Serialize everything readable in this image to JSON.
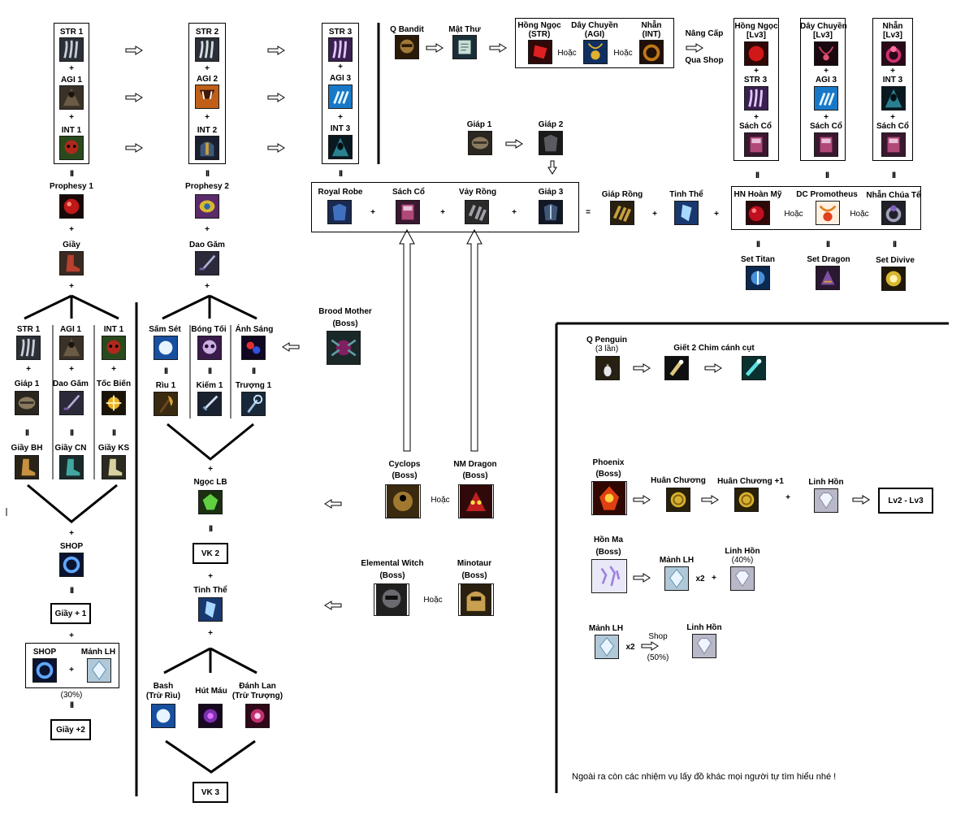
{
  "col1": {
    "str1": "STR 1",
    "agi1": "AGI 1",
    "int1": "INT 1",
    "prophesy1": "Prophesy 1",
    "giay": "Giầy",
    "b_str1": "STR 1",
    "b_agi1": "AGI 1",
    "b_int1": "INT 1",
    "b_giap1": "Giáp 1",
    "b_daogam": "Dao Găm",
    "b_tocbien": "Tốc Biến",
    "giay_bh": "Giầy BH",
    "giay_cn": "Giầy CN",
    "giay_ks": "Giầy KS",
    "shop": "SHOP",
    "giay_p1": "Giầy + 1",
    "shop2": "SHOP",
    "manh_lh": "Mảnh LH",
    "pct30": "(30%)",
    "giay_p2": "Giầy +2"
  },
  "col2": {
    "str2": "STR 2",
    "agi2": "AGI 2",
    "int2": "INT 2",
    "prophesy2": "Prophesy 2",
    "daogam": "Dao Găm",
    "samset": "Sấm Sét",
    "bongtoi": "Bóng Tối",
    "anhsang": "Ánh Sáng",
    "riu1": "Rìu 1",
    "kiem1": "Kiếm 1",
    "truong1": "Trượng 1",
    "ngoc_lb": "Ngọc LB",
    "vk2": "VK 2",
    "tinhthe": "Tinh Thể",
    "bash": "Bash",
    "bash_sub": "(Trừ Rìu)",
    "hutmau": "Hút Máu",
    "danhlan": "Đánh Lan",
    "danhlan_sub": "(Trừ Trượng)",
    "vk3": "VK 3"
  },
  "col3": {
    "str3": "STR 3",
    "agi3": "AGI 3",
    "int3": "INT 3"
  },
  "quest": {
    "qbandit": "Q Bandit",
    "matthu": "Mật Thư",
    "hongngoc": "Hồng Ngọc",
    "hongngoc_sub": "(STR)",
    "daychuyen": "Dây Chuyền",
    "daychuyen_sub": "(AGI)",
    "nhan": "Nhẫn",
    "nhan_sub": "(INT)",
    "hoac": "Hoặc",
    "nangcap": "Nâng Cấp",
    "quashop": "Qua Shop",
    "hn_lv3": "Hồng Ngọc",
    "dc_lv3": "Dây Chuyền",
    "nh_lv3": "Nhẫn",
    "lv3": "[Lv3]",
    "u_str3": "STR 3",
    "u_agi3": "AGI 3",
    "u_int3": "INT 3",
    "sachco": "Sách Cổ",
    "hn_hoanmy": "HN Hoàn Mỹ",
    "dc_prom": "DC Promotheus",
    "nhan_chuate": "Nhẫn Chúa Tể",
    "set_titan": "Set Titan",
    "set_dragon": "Set Dragon",
    "set_divive": "Set Divive"
  },
  "armor": {
    "giap1": "Giáp 1",
    "giap2": "Giáp 2",
    "royalrobe": "Royal Robe",
    "sachco": "Sách Cổ",
    "vayrong": "Vảy Rồng",
    "giap3": "Giáp 3",
    "giaprong": "Giáp Rồng",
    "tinhthe": "Tinh Thể"
  },
  "bosses": {
    "brood": "Brood Mother",
    "boss": "(Boss)",
    "cyclops": "Cyclops",
    "nmdragon": "NM Dragon",
    "elwitch": "Elemental Witch",
    "minotaur": "Minotaur"
  },
  "side": {
    "qpenguin": "Q Penguin",
    "qpenguin_sub": "(3 lần)",
    "giet": "Giết 2 Chim cánh cụt",
    "phoenix": "Phoenix",
    "huanchuong": "Huân Chương",
    "huanchuong1": "Huân Chương +1",
    "linhhon": "Linh Hồn",
    "lv2lv3": "Lv2 - Lv3",
    "honma": "Hồn Ma",
    "manh_lh": "Mảnh LH",
    "x2": "x2",
    "pct40": "(40%)",
    "shop": "Shop",
    "pct50": "(50%)",
    "footer": "Ngoài ra còn các nhiệm vụ lấy đồ khác mọi người tự tìm hiểu nhé !"
  },
  "symbols": {
    "plus": "+",
    "eq": "II",
    "equals": "="
  },
  "icons": [
    "claw-icon",
    "cloak-icon",
    "skull-mask-icon",
    "orb-icon",
    "boot-icon",
    "dagger-icon",
    "lightning-orb-icon",
    "ghost-skull-icon",
    "light-orb-icon",
    "axe-icon",
    "sword-icon",
    "staff-icon",
    "gem-icon",
    "crystal-icon",
    "portal-icon",
    "shard-icon",
    "armor-icon",
    "robe-icon",
    "book-icon",
    "scale-icon",
    "ring-icon",
    "amulet-icon",
    "ruby-icon",
    "coin-icon",
    "diamond-icon",
    "boss-icon"
  ]
}
